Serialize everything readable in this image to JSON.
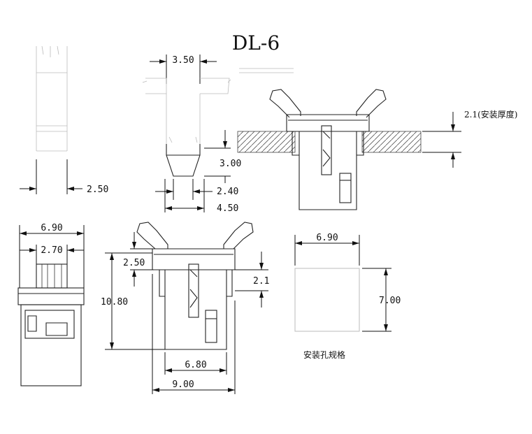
{
  "drawing": {
    "title": "DL-6",
    "mounting_hole_note": "安装孔规格"
  },
  "dimensions": {
    "side_view_thickness": "2.50",
    "top_neck_width": "3.50",
    "tip_height": "3.00",
    "tip_width": "2.40",
    "base_width": "4.50",
    "panel_thickness": "2.1(安装厚度)",
    "front_outer_width": "6.90",
    "front_key_width": "2.70",
    "main_latch_offset": "2.50",
    "main_height": "10.80",
    "main_gap": "2.1",
    "main_body_width": "6.80",
    "main_overall_width": "9.00",
    "hole_width": "6.90",
    "hole_height": "7.00"
  },
  "colors": {
    "line": "#222222",
    "faint": "#bbbbbb",
    "hatch": "#333333",
    "text": "#111111"
  }
}
